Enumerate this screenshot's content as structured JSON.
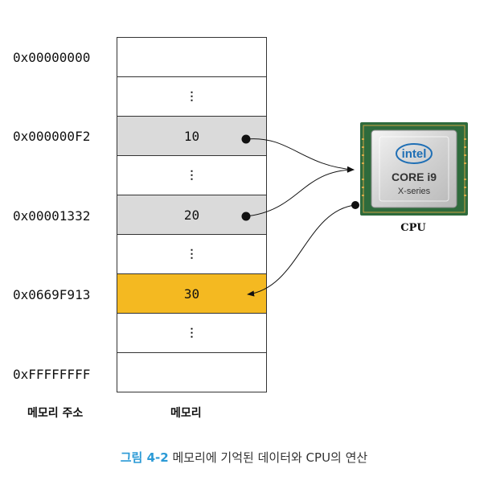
{
  "memory": {
    "addresses": [
      "0x00000000",
      "0x000000F2",
      "0x00001332",
      "0x0669F913",
      "0xFFFFFFFF"
    ],
    "cells": [
      "",
      "⋮",
      "10",
      "⋮",
      "20",
      "⋮",
      "30",
      "⋮",
      ""
    ]
  },
  "labels": {
    "address_column": "메모리 주소",
    "memory_column": "메모리"
  },
  "cpu": {
    "brand": "intel",
    "model": "CORE i9",
    "series": "X-series",
    "label": "CPU"
  },
  "colors": {
    "highlight_gray": "#dadada",
    "result_gold": "#f4b921",
    "caption_accent": "#2b9ad6"
  },
  "caption": {
    "figure": "그림 4-2",
    "text": " 메모리에 기억된 데이터와 CPU의 연산"
  }
}
